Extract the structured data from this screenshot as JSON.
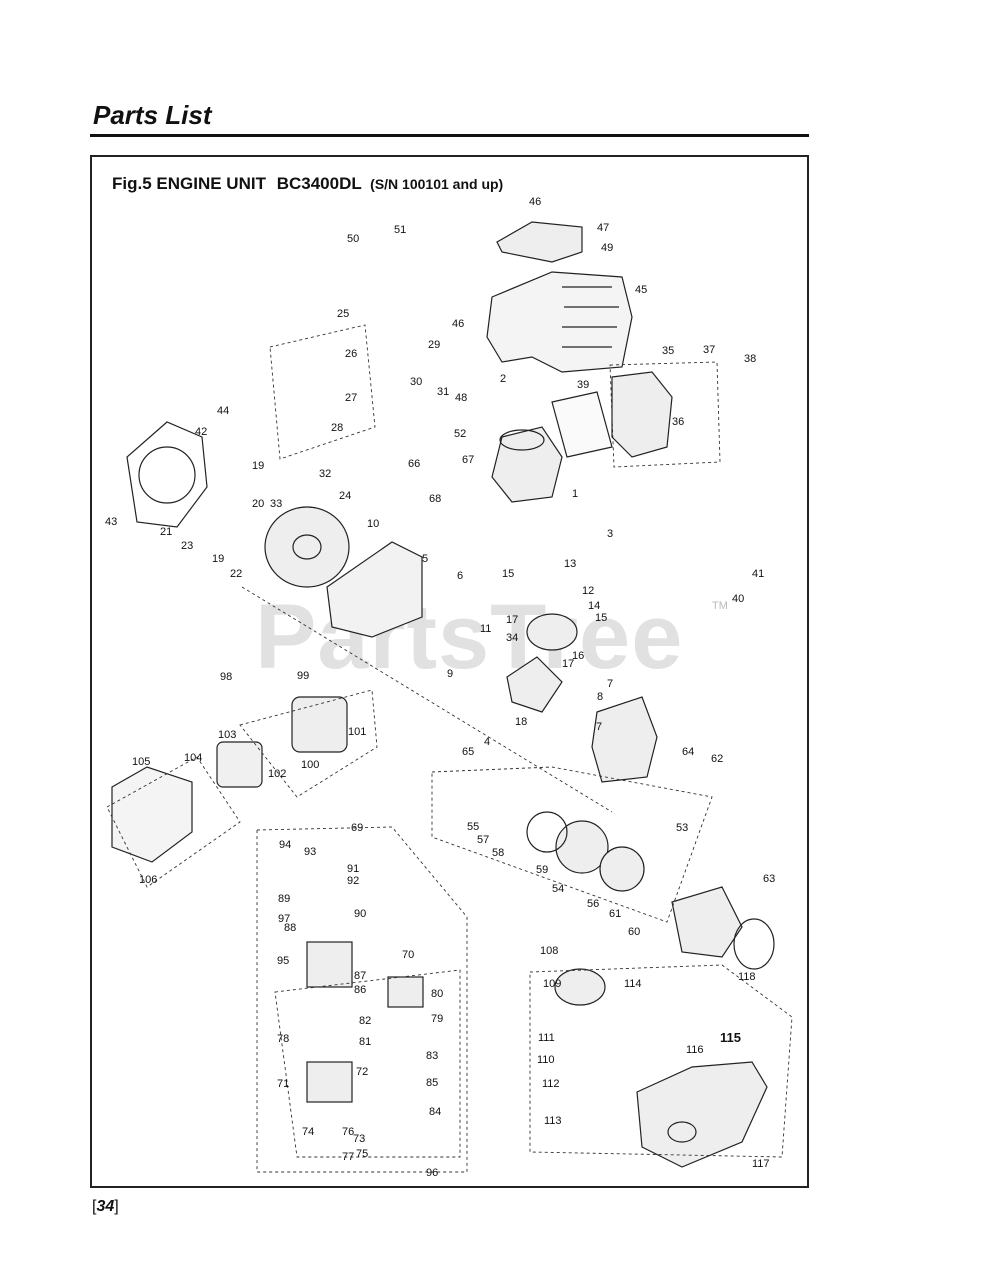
{
  "header": {
    "title": "Parts List"
  },
  "figure": {
    "title": "Fig.5 ENGINE UNIT",
    "model": "BC3400DL",
    "serial": "(S/N 100101 and up)"
  },
  "watermark": {
    "text": "PartsTree",
    "tm": "TM"
  },
  "footer": {
    "page_number": "34"
  },
  "callouts": [
    {
      "label": "1"
    },
    {
      "label": "2"
    },
    {
      "label": "3"
    },
    {
      "label": "4"
    },
    {
      "label": "5"
    },
    {
      "label": "6"
    },
    {
      "label": "7"
    },
    {
      "label": "7"
    },
    {
      "label": "8"
    },
    {
      "label": "9"
    },
    {
      "label": "10"
    },
    {
      "label": "11"
    },
    {
      "label": "12"
    },
    {
      "label": "13"
    },
    {
      "label": "14"
    },
    {
      "label": "15"
    },
    {
      "label": "15"
    },
    {
      "label": "16"
    },
    {
      "label": "17"
    },
    {
      "label": "17"
    },
    {
      "label": "18"
    },
    {
      "label": "19"
    },
    {
      "label": "19"
    },
    {
      "label": "20"
    },
    {
      "label": "21"
    },
    {
      "label": "22"
    },
    {
      "label": "23"
    },
    {
      "label": "24"
    },
    {
      "label": "25"
    },
    {
      "label": "26"
    },
    {
      "label": "27"
    },
    {
      "label": "28"
    },
    {
      "label": "29"
    },
    {
      "label": "30"
    },
    {
      "label": "31"
    },
    {
      "label": "32"
    },
    {
      "label": "33"
    },
    {
      "label": "34"
    },
    {
      "label": "35"
    },
    {
      "label": "36"
    },
    {
      "label": "37"
    },
    {
      "label": "38"
    },
    {
      "label": "39"
    },
    {
      "label": "40"
    },
    {
      "label": "41"
    },
    {
      "label": "42"
    },
    {
      "label": "43"
    },
    {
      "label": "44"
    },
    {
      "label": "45"
    },
    {
      "label": "46"
    },
    {
      "label": "46"
    },
    {
      "label": "47"
    },
    {
      "label": "48"
    },
    {
      "label": "49"
    },
    {
      "label": "50"
    },
    {
      "label": "51"
    },
    {
      "label": "52"
    },
    {
      "label": "53"
    },
    {
      "label": "54"
    },
    {
      "label": "55"
    },
    {
      "label": "56"
    },
    {
      "label": "57"
    },
    {
      "label": "58"
    },
    {
      "label": "59"
    },
    {
      "label": "60"
    },
    {
      "label": "61"
    },
    {
      "label": "62"
    },
    {
      "label": "63"
    },
    {
      "label": "64"
    },
    {
      "label": "65"
    },
    {
      "label": "66"
    },
    {
      "label": "67"
    },
    {
      "label": "68"
    },
    {
      "label": "69"
    },
    {
      "label": "70"
    },
    {
      "label": "71"
    },
    {
      "label": "72"
    },
    {
      "label": "73"
    },
    {
      "label": "74"
    },
    {
      "label": "75"
    },
    {
      "label": "76"
    },
    {
      "label": "77"
    },
    {
      "label": "78"
    },
    {
      "label": "79"
    },
    {
      "label": "80"
    },
    {
      "label": "81"
    },
    {
      "label": "82"
    },
    {
      "label": "83"
    },
    {
      "label": "84"
    },
    {
      "label": "85"
    },
    {
      "label": "86"
    },
    {
      "label": "87"
    },
    {
      "label": "88"
    },
    {
      "label": "89"
    },
    {
      "label": "90"
    },
    {
      "label": "91"
    },
    {
      "label": "92"
    },
    {
      "label": "93"
    },
    {
      "label": "94"
    },
    {
      "label": "95"
    },
    {
      "label": "96"
    },
    {
      "label": "97"
    },
    {
      "label": "98"
    },
    {
      "label": "99"
    },
    {
      "label": "100"
    },
    {
      "label": "101"
    },
    {
      "label": "102"
    },
    {
      "label": "103"
    },
    {
      "label": "104"
    },
    {
      "label": "105"
    },
    {
      "label": "106"
    },
    {
      "label": "108"
    },
    {
      "label": "109"
    },
    {
      "label": "110"
    },
    {
      "label": "111"
    },
    {
      "label": "112"
    },
    {
      "label": "113"
    },
    {
      "label": "114"
    },
    {
      "label": "115"
    },
    {
      "label": "116"
    },
    {
      "label": "117"
    },
    {
      "label": "118"
    }
  ]
}
